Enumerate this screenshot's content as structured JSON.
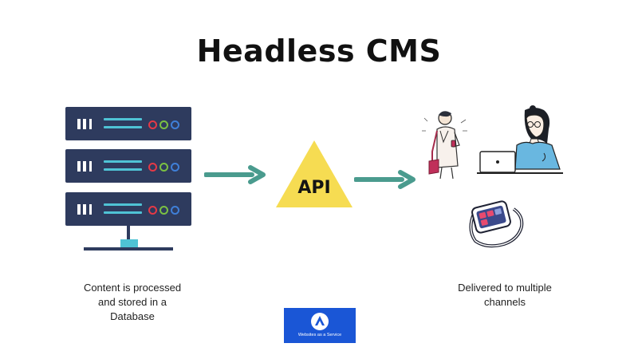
{
  "title": "Headless CMS",
  "nodes": {
    "database": {
      "caption_lines": [
        "Content is processed",
        "and stored in a",
        "Database"
      ]
    },
    "api": {
      "label": "API"
    },
    "channels": {
      "caption_lines": [
        "Delivered to multiple",
        "channels"
      ]
    }
  },
  "edges": [
    {
      "from": "database",
      "to": "api"
    },
    {
      "from": "api",
      "to": "channels"
    }
  ],
  "server_units": [
    {
      "dots": [
        "red",
        "green",
        "blue"
      ]
    },
    {
      "dots": [
        "red",
        "green",
        "blue"
      ]
    },
    {
      "dots": [
        "red",
        "green",
        "blue"
      ]
    }
  ],
  "icons": [
    "database-server-icon",
    "api-triangle-icon",
    "woman-with-phone-icon",
    "woman-with-laptop-icon",
    "smartwatch-icon",
    "waas-logo-icon"
  ],
  "logo": {
    "text": "Websites as a Service"
  },
  "colors": {
    "server": "#2e3b5e",
    "server_light": "#4fc3d5",
    "dot_red": "#e53946",
    "dot_green": "#7bc043",
    "dot_blue": "#3f7fd8",
    "arrow": "#4a9b8e",
    "api": "#f6dc52",
    "shirt": "#69b7e0",
    "bag": "#c0305a",
    "logo_bg": "#1a56d6"
  }
}
